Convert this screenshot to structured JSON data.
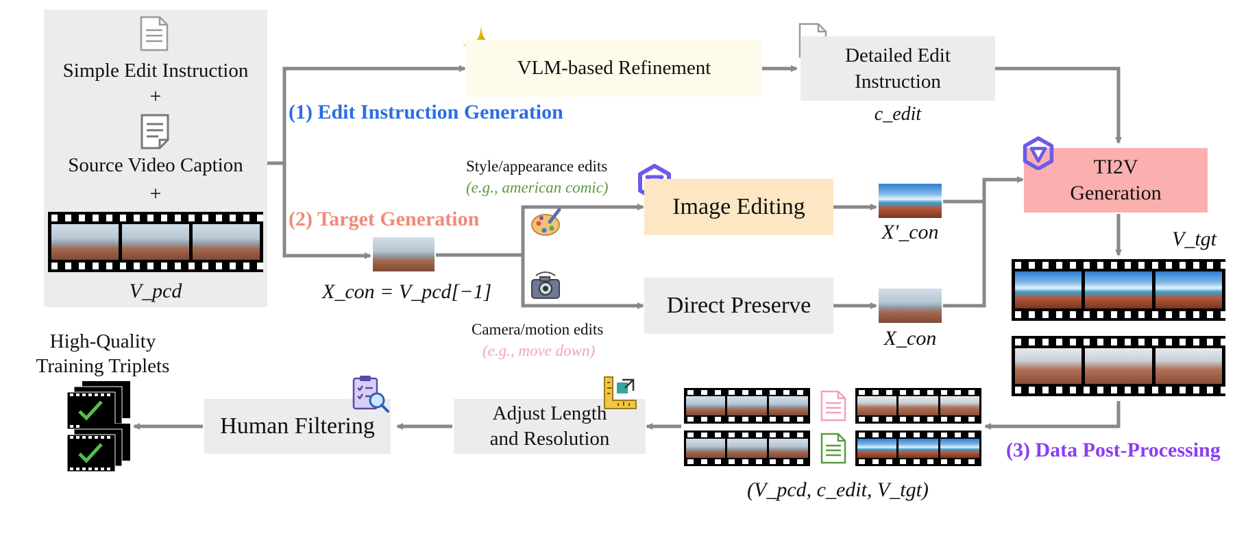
{
  "input_panel": {
    "simple_instruction": "Simple Edit Instruction",
    "plus1": "+",
    "source_caption": "Source Video Caption",
    "plus2": "+",
    "video_label": "V_pcd"
  },
  "refinement": {
    "label": "VLM-based Refinement"
  },
  "detailed": {
    "line1": "Detailed Edit",
    "line2": "Instruction",
    "symbol": "c_edit"
  },
  "stage1": {
    "label": "(1) Edit Instruction Generation",
    "color": "#2b6fe0"
  },
  "stage2": {
    "label": "(2) Target Generation",
    "color": "#f08a78"
  },
  "stage3": {
    "label": "(3) Data Post-Processing",
    "color": "#8a3ff0"
  },
  "style_edits": {
    "label": "Style/appearance edits",
    "example": "(e.g., american comic)",
    "example_color": "#5a9a3c"
  },
  "camera_edits": {
    "label": "Camera/motion edits",
    "example": "(e.g., move down)",
    "example_color": "#f2a0c4"
  },
  "image_editing": {
    "label": "Image Editing",
    "bg": "#fde6c3"
  },
  "direct_preserve": {
    "label": "Direct Preserve",
    "bg": "#ececec"
  },
  "xcon_eq": {
    "label": "X_con = V_pcd[−1]"
  },
  "xcon_prime": {
    "label": "X'_con"
  },
  "xcon": {
    "label": "X_con"
  },
  "ti2v": {
    "line1": "TI2V",
    "line2": "Generation",
    "bg": "#fcafaf"
  },
  "vtgt": {
    "label": "V_tgt"
  },
  "adjust": {
    "line1": "Adjust Length",
    "line2": "and Resolution"
  },
  "human": {
    "label": "Human Filtering"
  },
  "hq": {
    "line1": "High-Quality",
    "line2": "Training Triplets"
  },
  "triplet": {
    "label": "(V_pcd, c_edit, V_tgt)"
  },
  "colors": {
    "arrow": "#888888",
    "panel": "#ececec",
    "refine_bg": "#fffbea"
  }
}
